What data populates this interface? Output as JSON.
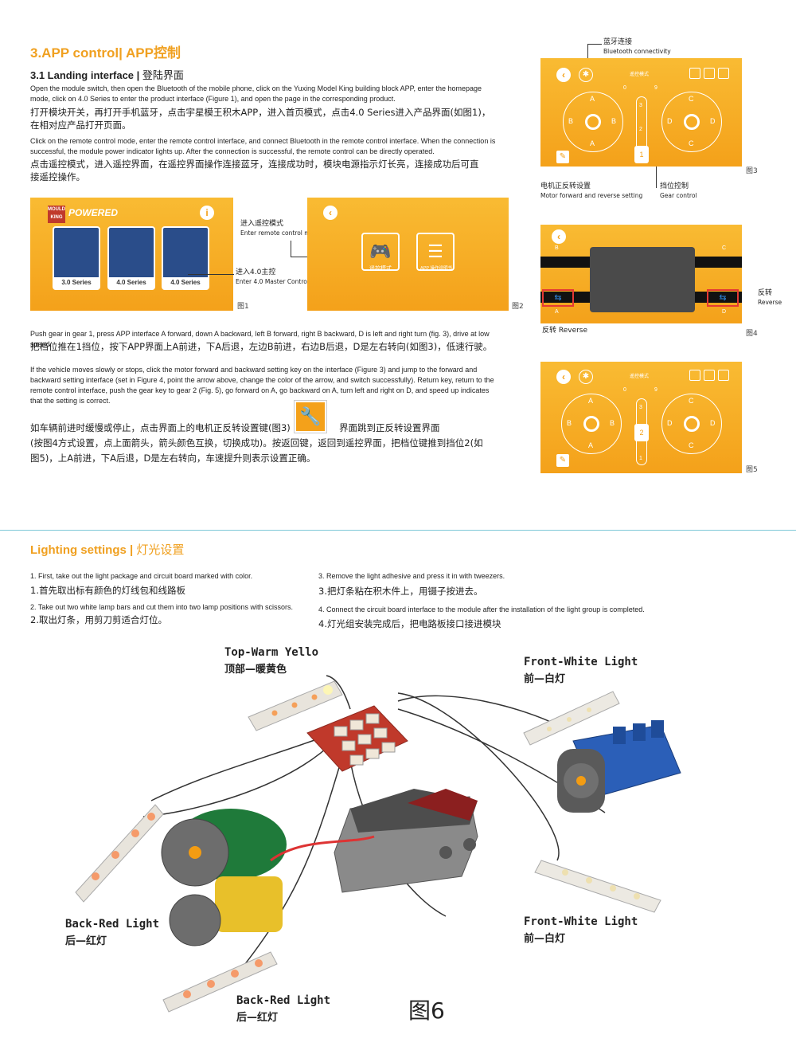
{
  "section3": {
    "title": "3.APP control| APP控制",
    "sub_title": "3.1 Landing interface",
    "sub_title_cn": "登陆界面",
    "p1_en": "Open the module switch, then open the Bluetooth of the mobile phone, click on the Yuxing Model King building block APP, enter the homepage mode, click on 4.0 Series to enter the product interface (Figure 1), and open the page in the corresponding product.",
    "p1_cn": "打开模块开关，再打开手机蓝牙，点击宇星模王积木APP，进入首页模式，点击4.0 Series进入产品界面(如图1)，在相对应产品打开页面。",
    "p2_en": "Click on the remote control mode, enter the remote control interface, and connect Bluetooth in the remote control interface. When the connection is successful, the module power indicator lights up. After the connection is successful, the remote control can be directly operated.",
    "p2_cn": "点击遥控模式，进入遥控界面，在遥控界面操作连接蓝牙，连接成功时，模块电源指示灯长亮，连接成功后可直接遥控操作。",
    "p3_en": "Push gear in gear 1, press APP interface A forward, down A backward, left B forward, right B backward, D is left and right turn (fig. 3), drive at low speed.",
    "p3_cn": "把档位推在1挡位，按下APP界面上A前进，下A后退，左边B前进，右边B后退，D是左右转向(如图3)，低速行驶。",
    "p4_en": "If the vehicle moves slowly or stops, click the motor forward and backward setting key on the interface (Figure 3) and jump to the forward and backward setting interface (set in Figure 4, point the arrow above, change the color of the arrow, and switch successfully). Return key, return to the remote control interface, push the gear key to gear 2 (Fig. 5), go forward on A, go backward on A, turn left and right on D, and speed up indicates that the setting is correct.",
    "p4_cn_a": "如车辆前进时缓慢或停止，点击界面上的电机正反转设置键(图3)",
    "p4_cn_b": "界面跳到正反转设置界面",
    "p4_cn_c": "(按图4方式设置，点上面箭头，箭头颜色互换，切换成功)。按返回键，返回到遥控界面，把档位键推到挡位2(如图5)，上A前进，下A后退，D是左右转向，车速提升则表示设置正确。"
  },
  "fig1": {
    "brand_top": "MOULD",
    "brand_bottom": "KING",
    "powered": "POWERED",
    "cards": [
      "3.0 Series",
      "4.0 Series",
      "4.0 Series"
    ],
    "label": "图1"
  },
  "fig2": {
    "btn_remote": "遥控模式",
    "btn_manual": "APP 操作说明书",
    "label": "图2"
  },
  "callouts": {
    "enter_remote_cn": "进入遥控模式",
    "enter_remote_en": "Enter remote control mode",
    "enter_master_cn": "进入4.0主控",
    "enter_master_en": "Enter 4.0 Master Control",
    "bt_cn": "蓝牙连接",
    "bt_en": "Bluetooth connectivity",
    "motor_cn": "电机正反转设置",
    "motor_en": "Motor forward and reverse setting",
    "gear_cn": "挡位控制",
    "gear_en": "Gear control",
    "reverse_cn": "反转",
    "reverse_en": "Reverse",
    "reverse_left": "反转 Reverse"
  },
  "fig3": {
    "title": "遥控模式",
    "label": "图3",
    "keys": [
      "A",
      "B",
      "B",
      "A",
      "C",
      "D",
      "D",
      "C"
    ],
    "gear": "1",
    "nums": [
      "0",
      "9",
      "3",
      "2"
    ]
  },
  "fig4": {
    "label": "图4",
    "b_top": "B",
    "a_bot": "A",
    "c_top": "C",
    "d_bot": "D"
  },
  "fig5": {
    "title": "遥控模式",
    "label": "图5",
    "gear": "2",
    "nums": [
      "0",
      "9",
      "3",
      "1"
    ]
  },
  "lighting": {
    "title": "Lighting settings",
    "title_cn": "灯光设置",
    "s1_en": "1. First, take out the light package and circuit board marked with color.",
    "s1_cn": "1.首先取出标有颜色的灯线包和线路板",
    "s2_en": "2. Take out two white lamp bars and cut them into two lamp positions with scissors.",
    "s2_cn": "2.取出灯条，用剪刀剪适合灯位。",
    "s3_en": "3. Remove the light adhesive and press it in with tweezers.",
    "s3_cn": "3.把灯条粘在积木件上，用镊子按进去。",
    "s4_en": "4. Connect the circuit board interface to the module after the installation of the light group is completed.",
    "s4_cn": "4.灯光组安装完成后，把电路板接口接进模块",
    "top_en": "Top-Warm Yello",
    "top_cn": "顶部—暖黄色",
    "front1_en": "Front-White Light",
    "front1_cn": "前—白灯",
    "front2_en": "Front-White Light",
    "front2_cn": "前—白灯",
    "back1_en": "Back-Red Light",
    "back1_cn": "后—红灯",
    "back2_en": "Back-Red Light",
    "back2_cn": "后—红灯",
    "fig6": "图6"
  },
  "colors": {
    "orange": "#f4a11a",
    "heading": "#f0a020",
    "divider": "#7fc8d8"
  }
}
